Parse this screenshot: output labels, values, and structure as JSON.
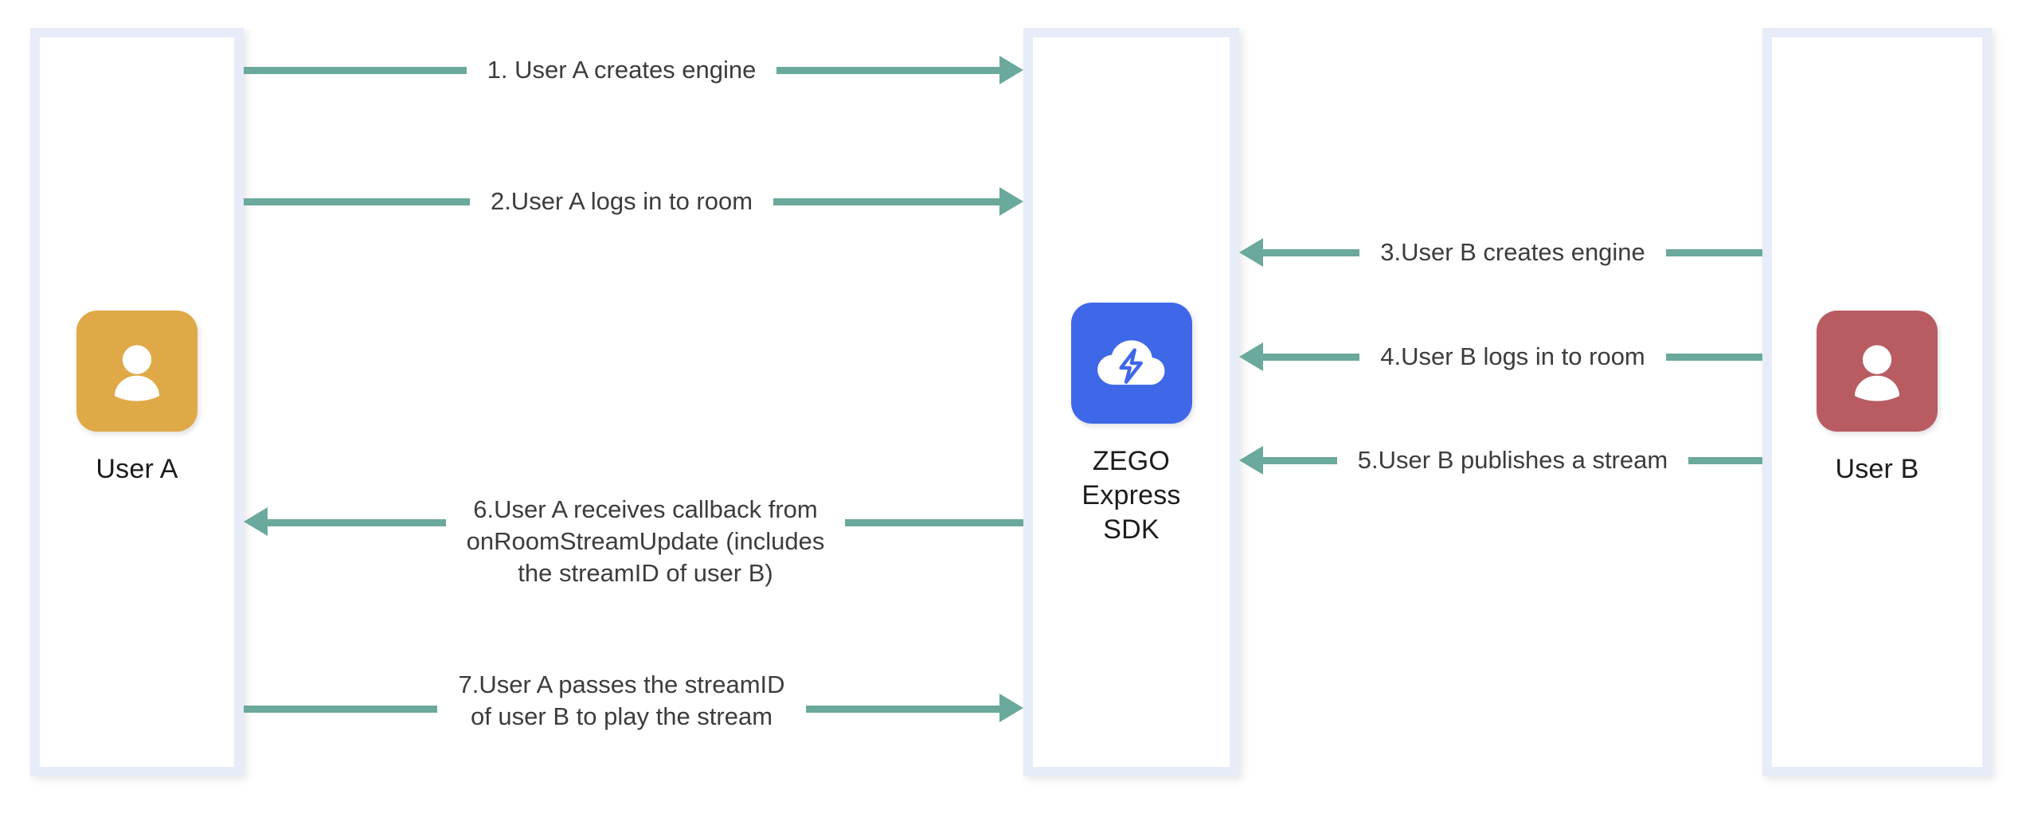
{
  "diagram": {
    "title": "ZEGO Express SDK publish and play stream flow",
    "colors": {
      "box_border": "#e7ecf9",
      "arrow": "#6aa99b",
      "label_text": "#3c3c3c",
      "avatar_user_a": "#e0a948",
      "avatar_sdk": "#3f68e8",
      "avatar_user_b": "#b85c62"
    }
  },
  "nodes": [
    {
      "id": "user-a",
      "label": "User A",
      "icon": "person-avatar-icon"
    },
    {
      "id": "sdk",
      "label": "ZEGO\nExpress\nSDK",
      "icon": "cloud-lightning-icon"
    },
    {
      "id": "user-b",
      "label": "User B",
      "icon": "person-avatar-icon"
    }
  ],
  "steps": [
    {
      "n": 1,
      "text": "1. User A creates engine",
      "from": "user-a",
      "to": "sdk",
      "direction": "right"
    },
    {
      "n": 2,
      "text": "2.User A logs in to room",
      "from": "user-a",
      "to": "sdk",
      "direction": "right"
    },
    {
      "n": 3,
      "text": "3.User B creates engine",
      "from": "user-b",
      "to": "sdk",
      "direction": "left"
    },
    {
      "n": 4,
      "text": "4.User B logs in to room",
      "from": "user-b",
      "to": "sdk",
      "direction": "left"
    },
    {
      "n": 5,
      "text": "5.User B publishes a stream",
      "from": "user-b",
      "to": "sdk",
      "direction": "left"
    },
    {
      "n": 6,
      "text": "6.User A receives callback from\nonRoomStreamUpdate (includes\nthe streamID of user B)",
      "from": "sdk",
      "to": "user-a",
      "direction": "left"
    },
    {
      "n": 7,
      "text": "7.User A passes the streamID\nof user B to play the stream",
      "from": "user-a",
      "to": "sdk",
      "direction": "right"
    }
  ]
}
